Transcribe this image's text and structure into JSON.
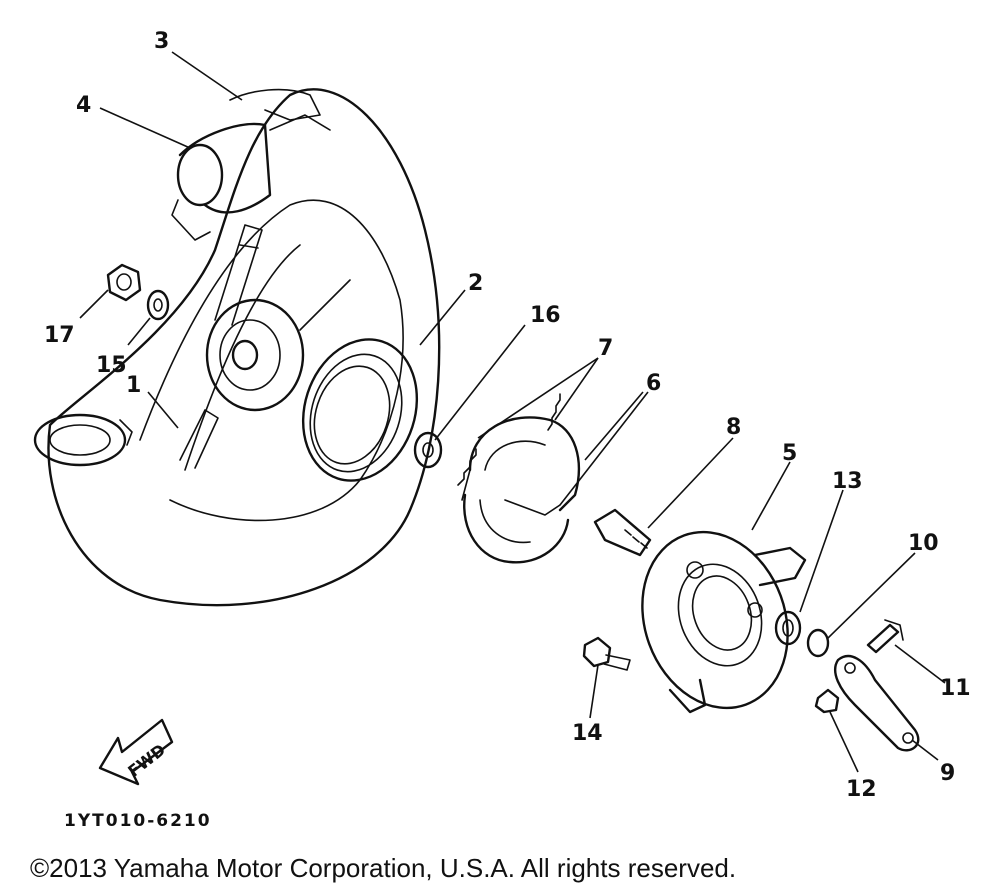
{
  "diagram": {
    "callouts": [
      "1",
      "2",
      "3",
      "4",
      "5",
      "6",
      "7",
      "8",
      "9",
      "10",
      "11",
      "12",
      "13",
      "14",
      "15",
      "16",
      "17"
    ],
    "arrow_label": "FWD",
    "code": "1YT010-6210"
  },
  "footer": {
    "copyright": "©2013 Yamaha Motor Corporation, U.S.A. All rights reserved."
  }
}
